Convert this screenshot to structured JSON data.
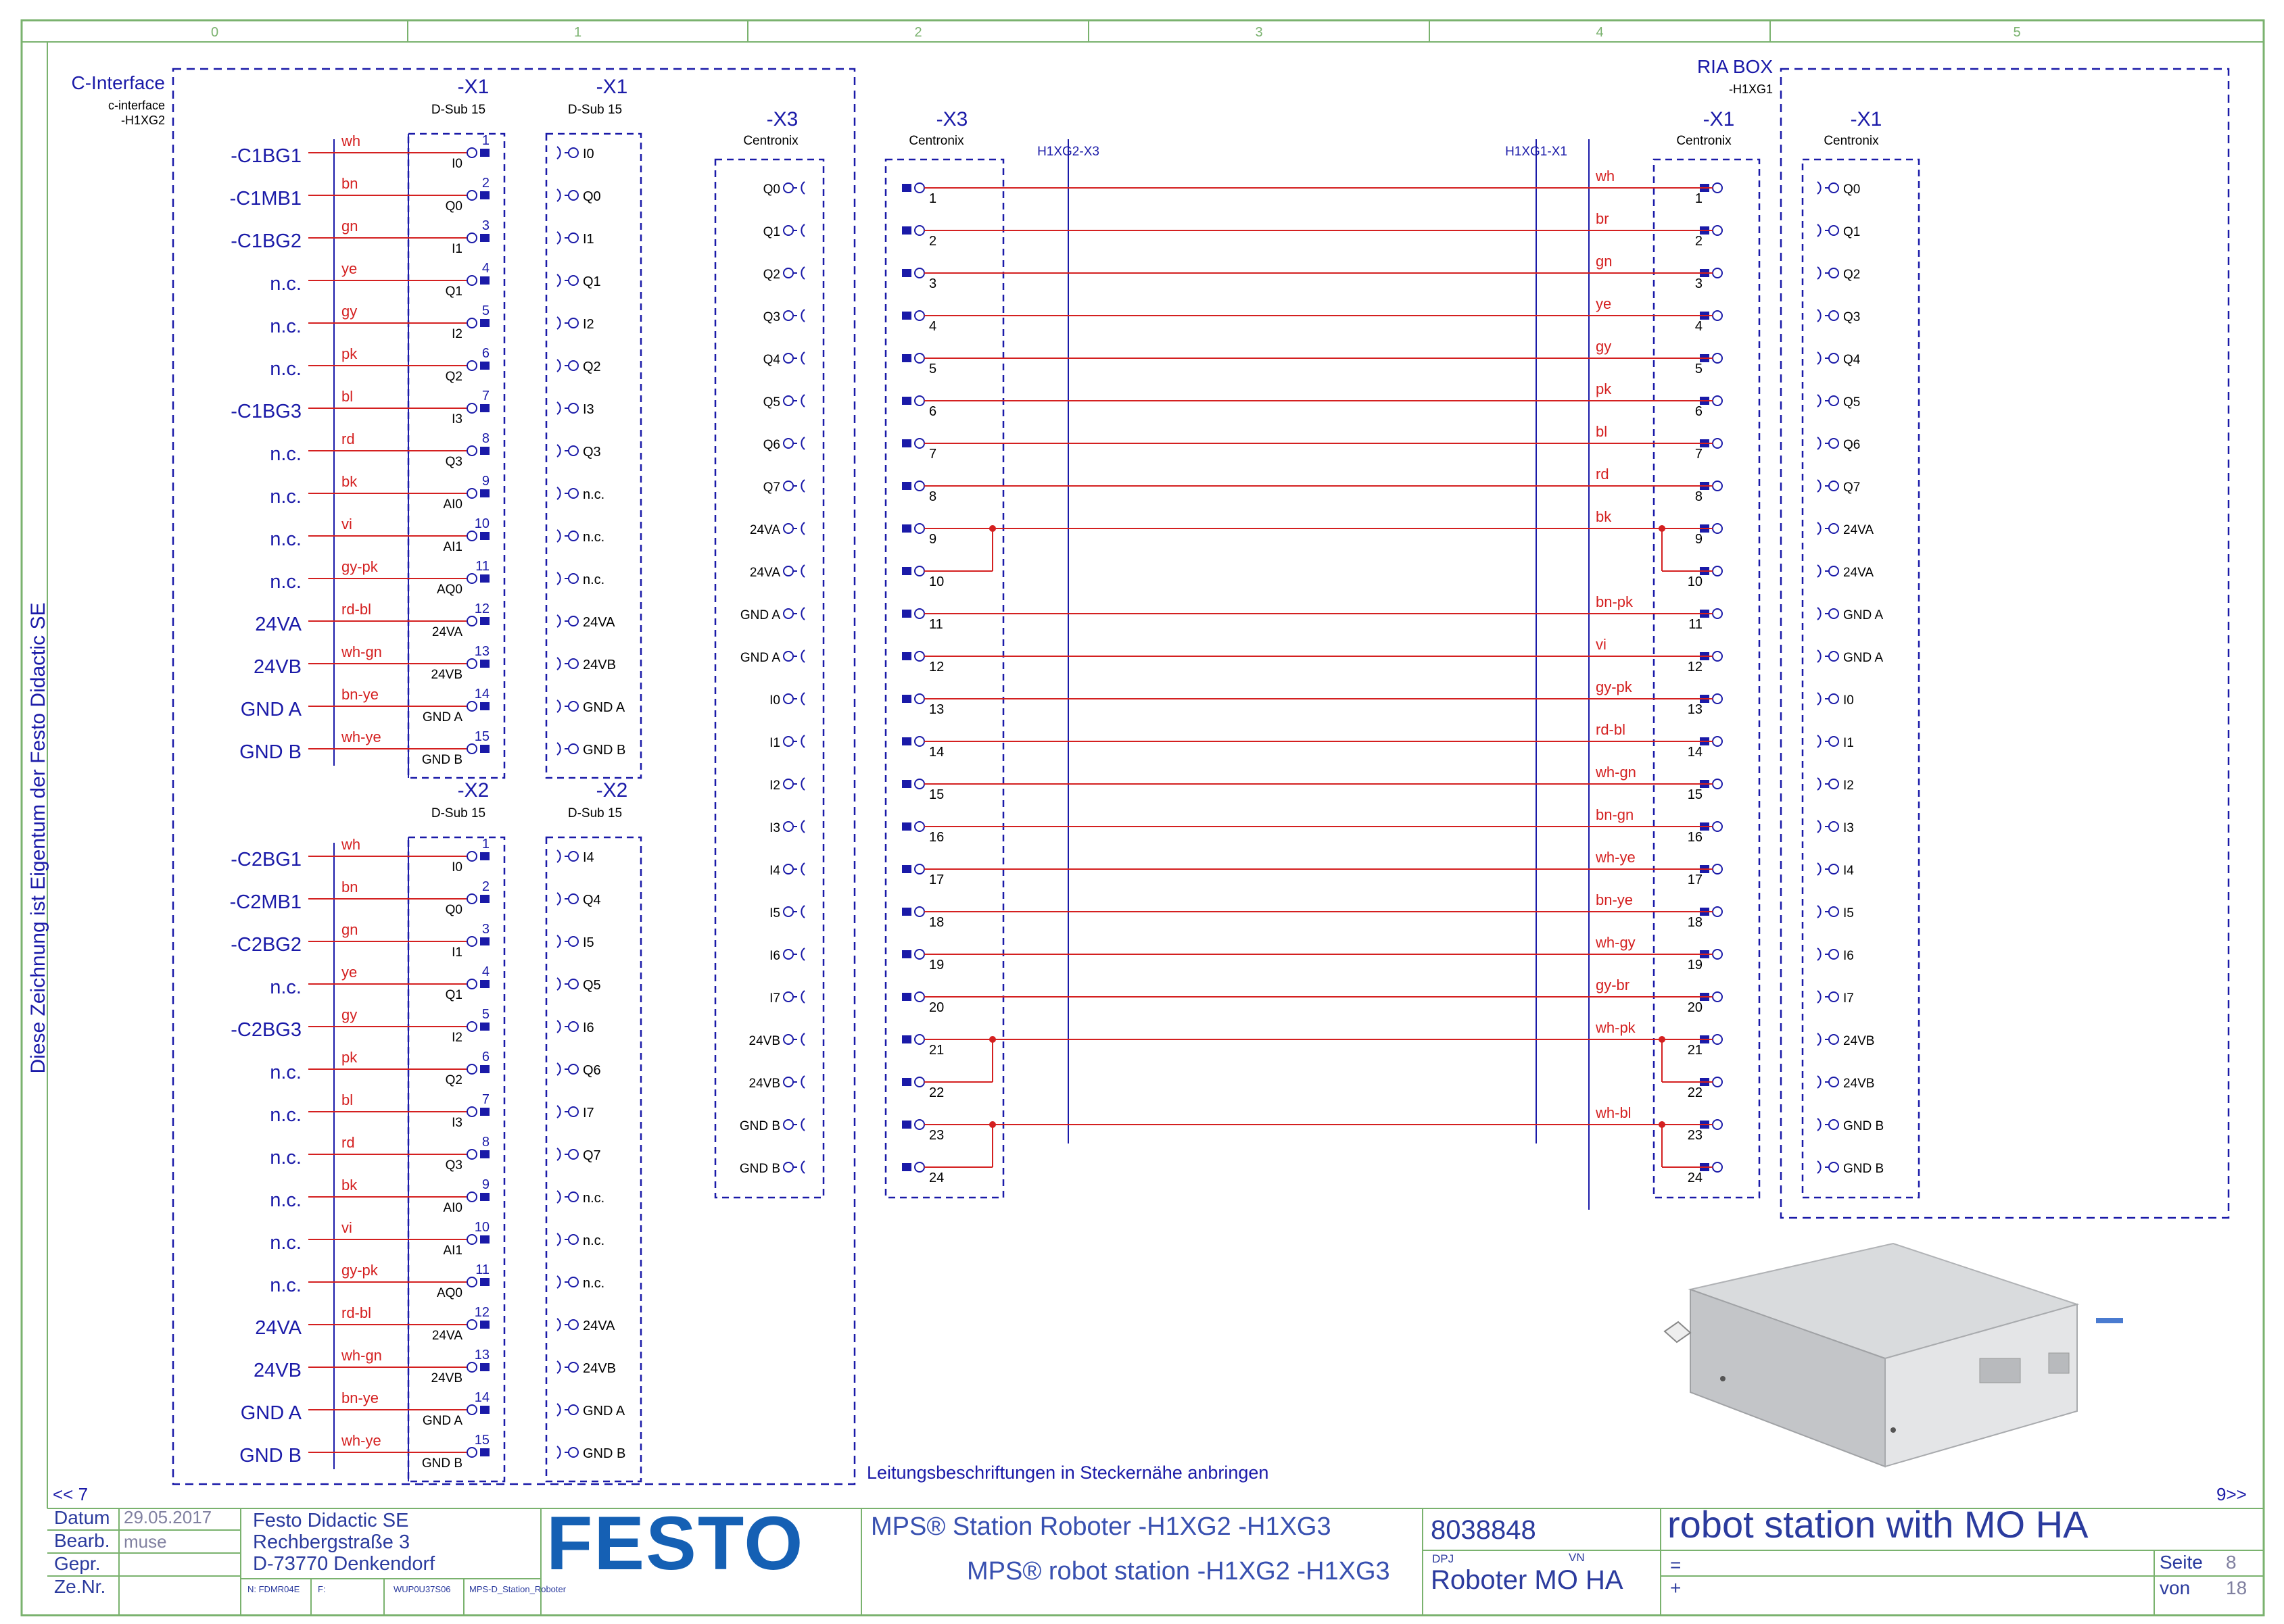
{
  "zones": [
    "0",
    "1",
    "2",
    "3",
    "4",
    "5"
  ],
  "side_text": "Diese Zeichnung ist Eigentum der Festo Didactic SE",
  "left_box": {
    "title": "C-Interface",
    "sub1": "c-interface",
    "sub2": "-H1XG2"
  },
  "right_box": {
    "title": "RIA BOX",
    "sub": "-H1XG1"
  },
  "connectors": {
    "x1": "-X1",
    "x2": "-X2",
    "x3": "-X3",
    "dsub": "D-Sub 15",
    "centronix": "Centronix"
  },
  "bus_labels": {
    "left": "H1XG2-X3",
    "right": "H1XG1-X1"
  },
  "x1_rows": [
    {
      "device": "-C1BG1",
      "wire": "wh",
      "pin": "1",
      "sig": "I0",
      "ext": "I0"
    },
    {
      "device": "-C1MB1",
      "wire": "bn",
      "pin": "2",
      "sig": "Q0",
      "ext": "Q0"
    },
    {
      "device": "-C1BG2",
      "wire": "gn",
      "pin": "3",
      "sig": "I1",
      "ext": "I1"
    },
    {
      "device": "n.c.",
      "wire": "ye",
      "pin": "4",
      "sig": "Q1",
      "ext": "Q1"
    },
    {
      "device": "n.c.",
      "wire": "gy",
      "pin": "5",
      "sig": "I2",
      "ext": "I2"
    },
    {
      "device": "n.c.",
      "wire": "pk",
      "pin": "6",
      "sig": "Q2",
      "ext": "Q2"
    },
    {
      "device": "-C1BG3",
      "wire": "bl",
      "pin": "7",
      "sig": "I3",
      "ext": "I3"
    },
    {
      "device": "n.c.",
      "wire": "rd",
      "pin": "8",
      "sig": "Q3",
      "ext": "Q3"
    },
    {
      "device": "n.c.",
      "wire": "bk",
      "pin": "9",
      "sig": "AI0",
      "ext": "n.c."
    },
    {
      "device": "n.c.",
      "wire": "vi",
      "pin": "10",
      "sig": "AI1",
      "ext": "n.c."
    },
    {
      "device": "n.c.",
      "wire": "gy-pk",
      "pin": "11",
      "sig": "AQ0",
      "ext": "n.c."
    },
    {
      "device": "24VA",
      "wire": "rd-bl",
      "pin": "12",
      "sig": "24VA",
      "ext": "24VA"
    },
    {
      "device": "24VB",
      "wire": "wh-gn",
      "pin": "13",
      "sig": "24VB",
      "ext": "24VB"
    },
    {
      "device": "GND A",
      "wire": "bn-ye",
      "pin": "14",
      "sig": "GND A",
      "ext": "GND A"
    },
    {
      "device": "GND B",
      "wire": "wh-ye",
      "pin": "15",
      "sig": "GND B",
      "ext": "GND B"
    }
  ],
  "x2_rows": [
    {
      "device": "-C2BG1",
      "wire": "wh",
      "pin": "1",
      "sig": "I0",
      "ext": "I4"
    },
    {
      "device": "-C2MB1",
      "wire": "bn",
      "pin": "2",
      "sig": "Q0",
      "ext": "Q4"
    },
    {
      "device": "-C2BG2",
      "wire": "gn",
      "pin": "3",
      "sig": "I1",
      "ext": "I5"
    },
    {
      "device": "n.c.",
      "wire": "ye",
      "pin": "4",
      "sig": "Q1",
      "ext": "Q5"
    },
    {
      "device": "-C2BG3",
      "wire": "gy",
      "pin": "5",
      "sig": "I2",
      "ext": "I6"
    },
    {
      "device": "n.c.",
      "wire": "pk",
      "pin": "6",
      "sig": "Q2",
      "ext": "Q6"
    },
    {
      "device": "n.c.",
      "wire": "bl",
      "pin": "7",
      "sig": "I3",
      "ext": "I7"
    },
    {
      "device": "n.c.",
      "wire": "rd",
      "pin": "8",
      "sig": "Q3",
      "ext": "Q7"
    },
    {
      "device": "n.c.",
      "wire": "bk",
      "pin": "9",
      "sig": "AI0",
      "ext": "n.c."
    },
    {
      "device": "n.c.",
      "wire": "vi",
      "pin": "10",
      "sig": "AI1",
      "ext": "n.c."
    },
    {
      "device": "n.c.",
      "wire": "gy-pk",
      "pin": "11",
      "sig": "AQ0",
      "ext": "n.c."
    },
    {
      "device": "24VA",
      "wire": "rd-bl",
      "pin": "12",
      "sig": "24VA",
      "ext": "24VA"
    },
    {
      "device": "24VB",
      "wire": "wh-gn",
      "pin": "13",
      "sig": "24VB",
      "ext": "24VB"
    },
    {
      "device": "GND A",
      "wire": "bn-ye",
      "pin": "14",
      "sig": "GND A",
      "ext": "GND A"
    },
    {
      "device": "GND B",
      "wire": "wh-ye",
      "pin": "15",
      "sig": "GND B",
      "ext": "GND B"
    }
  ],
  "centronix_signals": [
    "Q0",
    "Q1",
    "Q2",
    "Q3",
    "Q4",
    "Q5",
    "Q6",
    "Q7",
    "24VA",
    "24VA",
    "GND A",
    "GND A",
    "I0",
    "I1",
    "I2",
    "I3",
    "I4",
    "I5",
    "I6",
    "I7",
    "24VB",
    "24VB",
    "GND B",
    "GND B"
  ],
  "cable_wires": [
    "wh",
    "br",
    "gn",
    "ye",
    "gy",
    "pk",
    "bl",
    "rd",
    "bk",
    "",
    "bn-pk",
    "vi",
    "gy-pk",
    "rd-bl",
    "wh-gn",
    "bn-gn",
    "wh-ye",
    "bn-ye",
    "wh-gy",
    "gy-br",
    "wh-pk",
    "",
    "wh-bl",
    ""
  ],
  "note": "Leitungsbeschriftungen in Steckernähe anbringen",
  "nav": {
    "prev": "<< 7",
    "next": "9>>"
  },
  "title_block": {
    "datum_label": "Datum",
    "datum": "29.05.2017",
    "bearb_label": "Bearb.",
    "bearb": "muse",
    "gepr_label": "Gepr.",
    "zenr_label": "Ze.Nr.",
    "company": "Festo Didactic SE",
    "street": "Rechbergstraße 3",
    "city": "D-73770 Denkendorf",
    "small1": "N: FDMR04E",
    "small2": "F:",
    "small3": "WUP0U37S06",
    "small4": "MPS-D_Station_Roboter",
    "logo": "FESTO",
    "title_de": "MPS® Station Roboter -H1XG2 -H1XG3",
    "title_en": "MPS® robot station -H1XG2 -H1XG3",
    "order_no": "8038848",
    "dpj": "DPJ",
    "vn": "VN",
    "project": "Roboter MO HA",
    "heading": "robot station with MO HA",
    "eq": "=",
    "plus": "+",
    "seite_label": "Seite",
    "seite": "8",
    "von_label": "von",
    "von": "18"
  },
  "colors": {
    "frame": "#7ab26e",
    "blue": "#1a1aa8",
    "red": "#d42020",
    "logo": "#1560b4"
  }
}
